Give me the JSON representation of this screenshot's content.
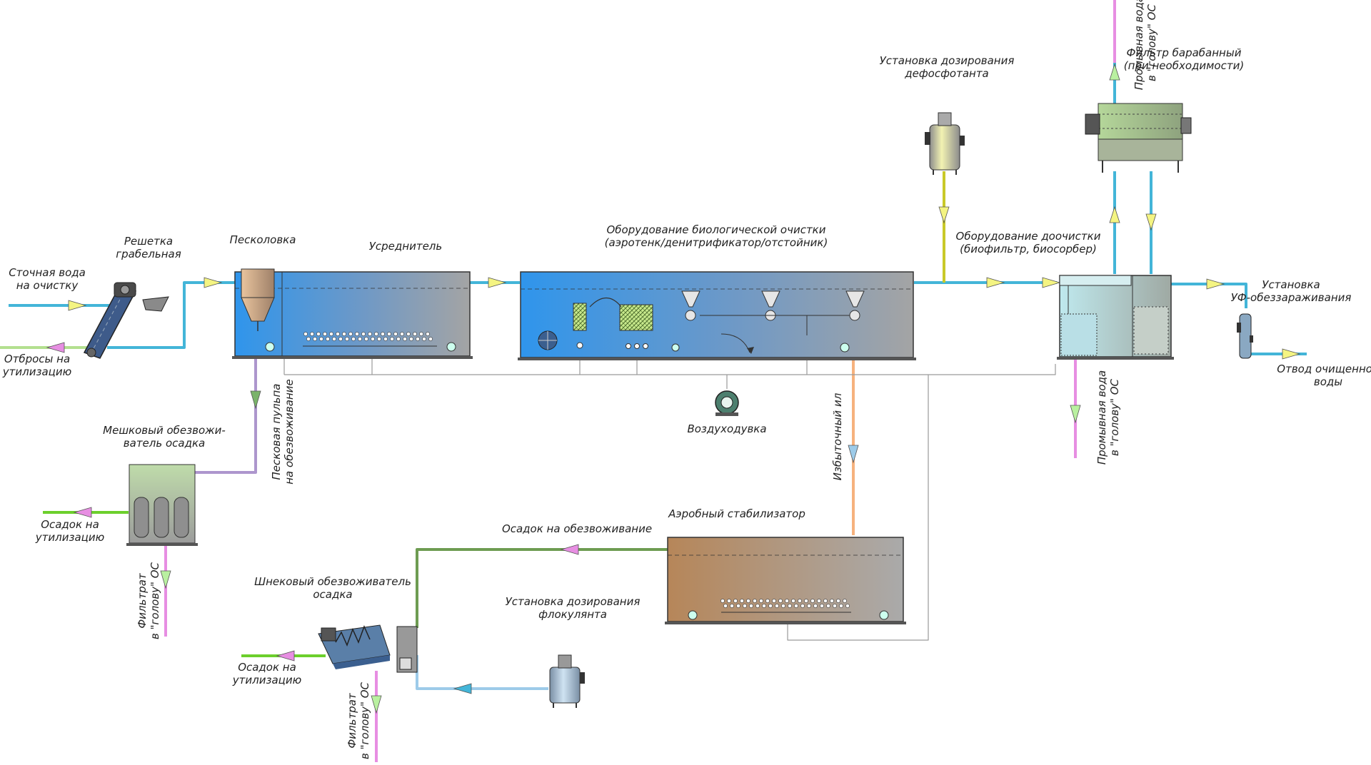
{
  "colors": {
    "water": "#43b5d8",
    "reject": "#b3e08f",
    "sediment": "#6ccf2c",
    "filtrate": "#e78ee2",
    "sand": "#ad96cd",
    "excess_sludge": "#f6b27e",
    "sludge_dewater": "#6e9c52",
    "flocculant": "#9dcbe9",
    "dosing": "#c9c928",
    "air": "#9a9a9a",
    "arrow_yellow": "#f4f482"
  },
  "labels": {
    "wastewater_in": [
      "Сточная вода",
      "на очистку"
    ],
    "screen_waste": [
      "Отбросы на",
      "утилизацию"
    ],
    "screen": [
      "Решетка",
      "грабельная"
    ],
    "grit_trap": [
      "Песколовка"
    ],
    "equalizer": [
      "Усреднитель"
    ],
    "bio_equipment": [
      "Оборудование биологической очистки",
      "(аэротенк/денитрификатор/отстойник)"
    ],
    "dephos_dosing": [
      "Установка дозирования",
      "дефосфотанта"
    ],
    "drum_filter": [
      "Фильтр барабанный",
      "(при необходимости)"
    ],
    "post_treatment": [
      "Оборудование доочистки",
      "(биофильтр, биосорбер)"
    ],
    "uv_unit": [
      "Установка",
      "УФ-обеззараживания"
    ],
    "treated_out": [
      "Отвод очищенной",
      "воды"
    ],
    "blower": [
      "Воздуходувка"
    ],
    "excess_sludge": [
      "Избыточный ил"
    ],
    "sand_pulp": [
      "Песковая пульпа",
      "на обезвоживание"
    ],
    "bag_dewaterer": [
      "Мешковый обезвожи-",
      "ватель осадка"
    ],
    "sediment_out_1": [
      "Осадок на",
      "утилизацию"
    ],
    "filtrate_1": [
      "Фильтрат",
      "в \"голову\" ОС"
    ],
    "aerobic_stabilizer": [
      "Аэробный стабилизатор"
    ],
    "sludge_to_dewatering": [
      "Осадок на обезвоживание"
    ],
    "screw_dewaterer": [
      "Шнековый обезвоживатель",
      "осадка"
    ],
    "flocculant_dosing": [
      "Установка дозирования",
      "флокулянта"
    ],
    "sediment_out_2": [
      "Осадок на",
      "утилизацию"
    ],
    "filtrate_2": [
      "Фильтрат",
      "в \"голову\" ОС"
    ],
    "wash_water_top": [
      "Промывная вода",
      "в \"голову\" ОС"
    ],
    "wash_water_bottom": [
      "Промывная вода",
      "в \"голову\" ОС"
    ]
  }
}
